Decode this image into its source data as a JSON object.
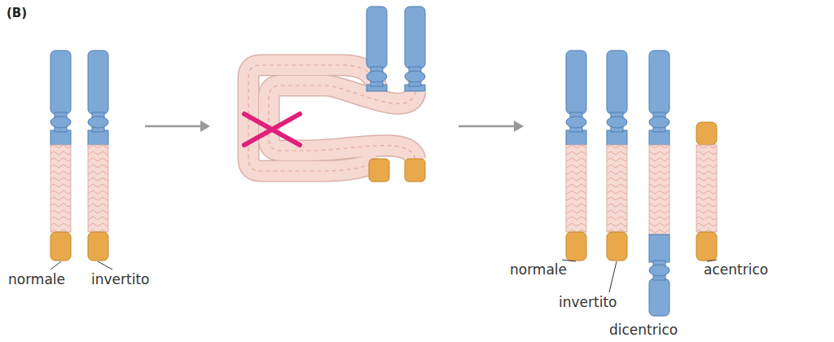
{
  "diagram": {
    "labels": [
      "(B)",
      "normale",
      "invertito",
      "normale",
      "invertito",
      "dicentrico",
      "acentrico"
    ]
  }
}
